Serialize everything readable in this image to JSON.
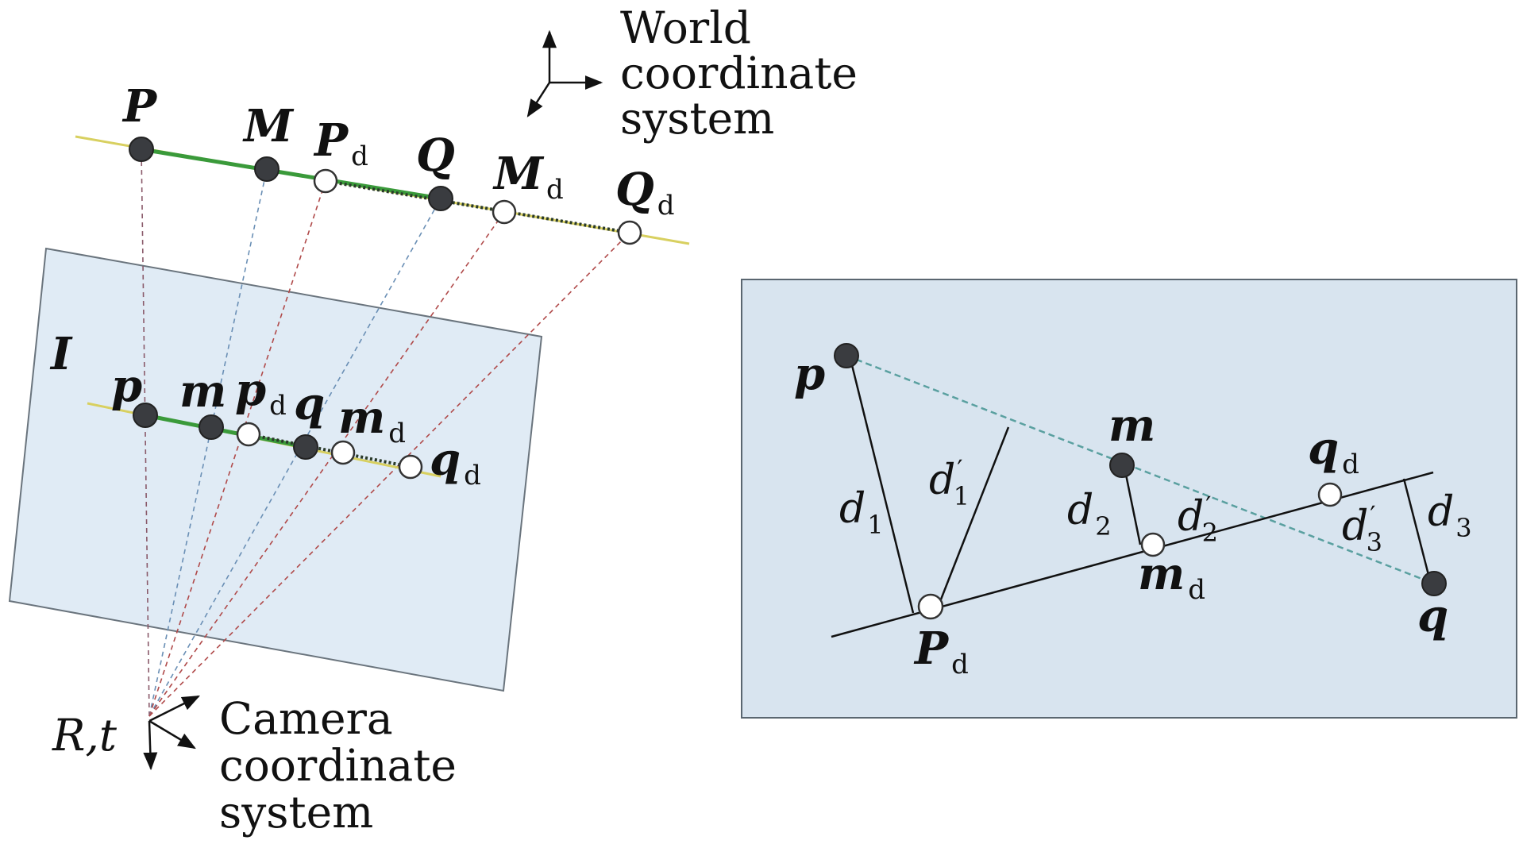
{
  "colors": {
    "plane_fill": "#dde9f4",
    "panel_fill": "#d8e4ef",
    "plane_stroke": "#5a6670",
    "solid_point": "#3a3c40",
    "hollow_point": "#ffffff",
    "segment_green": "#3a9a3a",
    "line_yellow": "#d8d060",
    "proj_red": "#b04a4a",
    "proj_blue": "#6a8fb5",
    "dashed_cyan": "#5aa0a0"
  },
  "world_axes": {
    "line1": "World",
    "line2": "coordinate",
    "line3": "system"
  },
  "camera_axes": {
    "pose": "R,t",
    "line1": "Camera",
    "line2": "coordinate",
    "line3": "system"
  },
  "image_plane": {
    "label": "I"
  },
  "world_points": [
    {
      "id": "P",
      "main": "P",
      "sub": "",
      "filled": true
    },
    {
      "id": "M",
      "main": "M",
      "sub": "",
      "filled": true
    },
    {
      "id": "Pd",
      "main": "P",
      "sub": "d",
      "filled": false
    },
    {
      "id": "Q",
      "main": "Q",
      "sub": "",
      "filled": true
    },
    {
      "id": "Md",
      "main": "M",
      "sub": "d",
      "filled": false
    },
    {
      "id": "Qd",
      "main": "Q",
      "sub": "d",
      "filled": false
    }
  ],
  "image_points": [
    {
      "id": "p",
      "main": "p",
      "sub": "",
      "filled": true
    },
    {
      "id": "m",
      "main": "m",
      "sub": "",
      "filled": true
    },
    {
      "id": "pd",
      "main": "p",
      "sub": "d",
      "filled": false
    },
    {
      "id": "q",
      "main": "q",
      "sub": "",
      "filled": true
    },
    {
      "id": "md",
      "main": "m",
      "sub": "d",
      "filled": false
    },
    {
      "id": "qd",
      "main": "q",
      "sub": "d",
      "filled": false
    }
  ],
  "detail_panel": {
    "points": [
      {
        "id": "p",
        "main": "p",
        "sub": "",
        "filled": true
      },
      {
        "id": "m",
        "main": "m",
        "sub": "",
        "filled": true
      },
      {
        "id": "q",
        "main": "q",
        "sub": "",
        "filled": true
      },
      {
        "id": "Pd",
        "main": "P",
        "sub": "d",
        "filled": false
      },
      {
        "id": "md",
        "main": "m",
        "sub": "d",
        "filled": false
      },
      {
        "id": "qd",
        "main": "q",
        "sub": "d",
        "filled": false
      }
    ],
    "distances": [
      {
        "id": "d1",
        "main": "d",
        "sub": "1",
        "prime": false
      },
      {
        "id": "d1p",
        "main": "d",
        "sub": "1",
        "prime": true
      },
      {
        "id": "d2",
        "main": "d",
        "sub": "2",
        "prime": false
      },
      {
        "id": "d2p",
        "main": "d",
        "sub": "2",
        "prime": true
      },
      {
        "id": "d3p",
        "main": "d",
        "sub": "3",
        "prime": true
      },
      {
        "id": "d3",
        "main": "d",
        "sub": "3",
        "prime": false
      }
    ],
    "prime_mark": "′"
  }
}
